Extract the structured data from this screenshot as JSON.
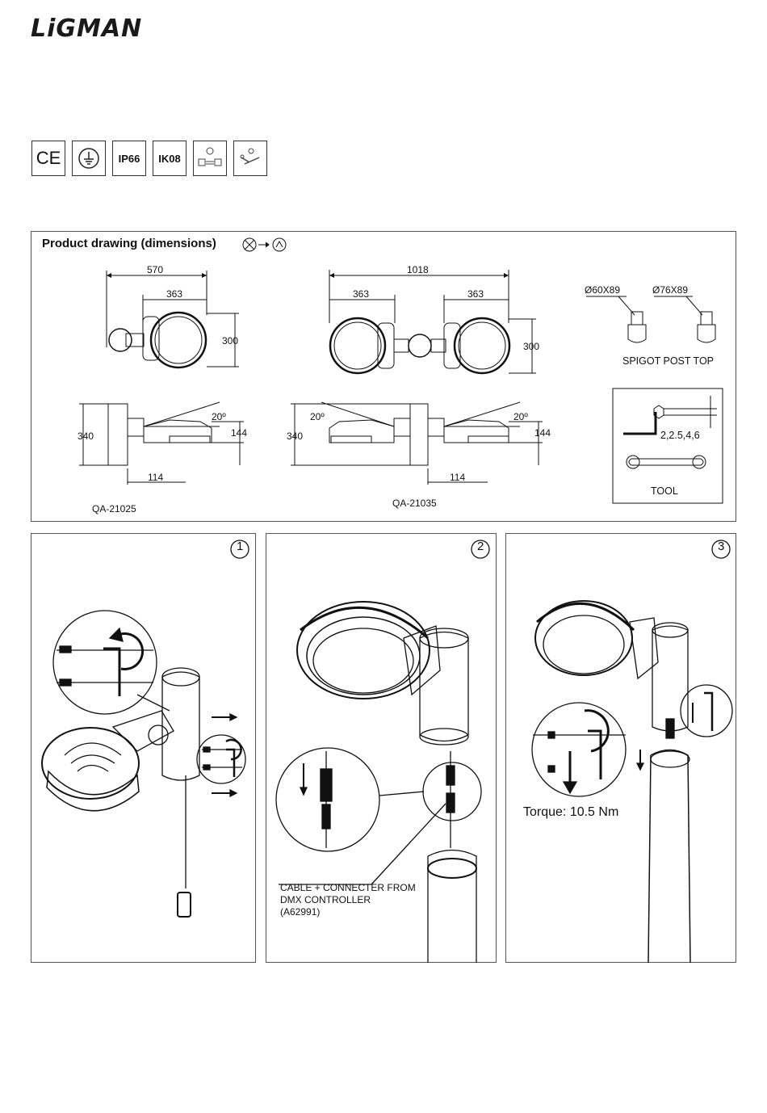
{
  "brand": {
    "name": "LiGMAN"
  },
  "badges": [
    {
      "name": "ce-mark",
      "label": "CE"
    },
    {
      "name": "earth",
      "label": ""
    },
    {
      "name": "ip",
      "label": "IP66"
    },
    {
      "name": "ik",
      "label": "IK08"
    },
    {
      "name": "rotate",
      "label": ""
    },
    {
      "name": "tools",
      "label": ""
    }
  ],
  "drawing": {
    "title": "Product drawing (dimensions)",
    "single": {
      "top": {
        "width_total": "570",
        "width_head": "363",
        "height": "300"
      },
      "side": {
        "height": "340",
        "angle": "20º",
        "head_height": "144",
        "offset": "114"
      },
      "code": "QA-21025"
    },
    "double": {
      "top": {
        "width_total": "1018",
        "width_left": "363",
        "width_right": "363",
        "height": "300"
      },
      "side": {
        "height": "340",
        "angle_left": "20º",
        "angle_right": "20º",
        "head_height": "144",
        "offset": "114"
      },
      "code": "QA-21035"
    },
    "spigot": {
      "size_a": "Ø60X89",
      "size_b": "Ø76X89",
      "label": "SPIGOT POST TOP"
    },
    "tool": {
      "allen_sizes": "2,2.5,4,6",
      "label": "TOOL"
    }
  },
  "steps": [
    {
      "number": "1"
    },
    {
      "number": "2",
      "note_line1": "CABLE + CONNECTER FROM",
      "note_line2": "DMX CONTROLLER",
      "note_line3": "(A62991)"
    },
    {
      "number": "3",
      "torque": "Torque: 10.5 Nm"
    }
  ]
}
